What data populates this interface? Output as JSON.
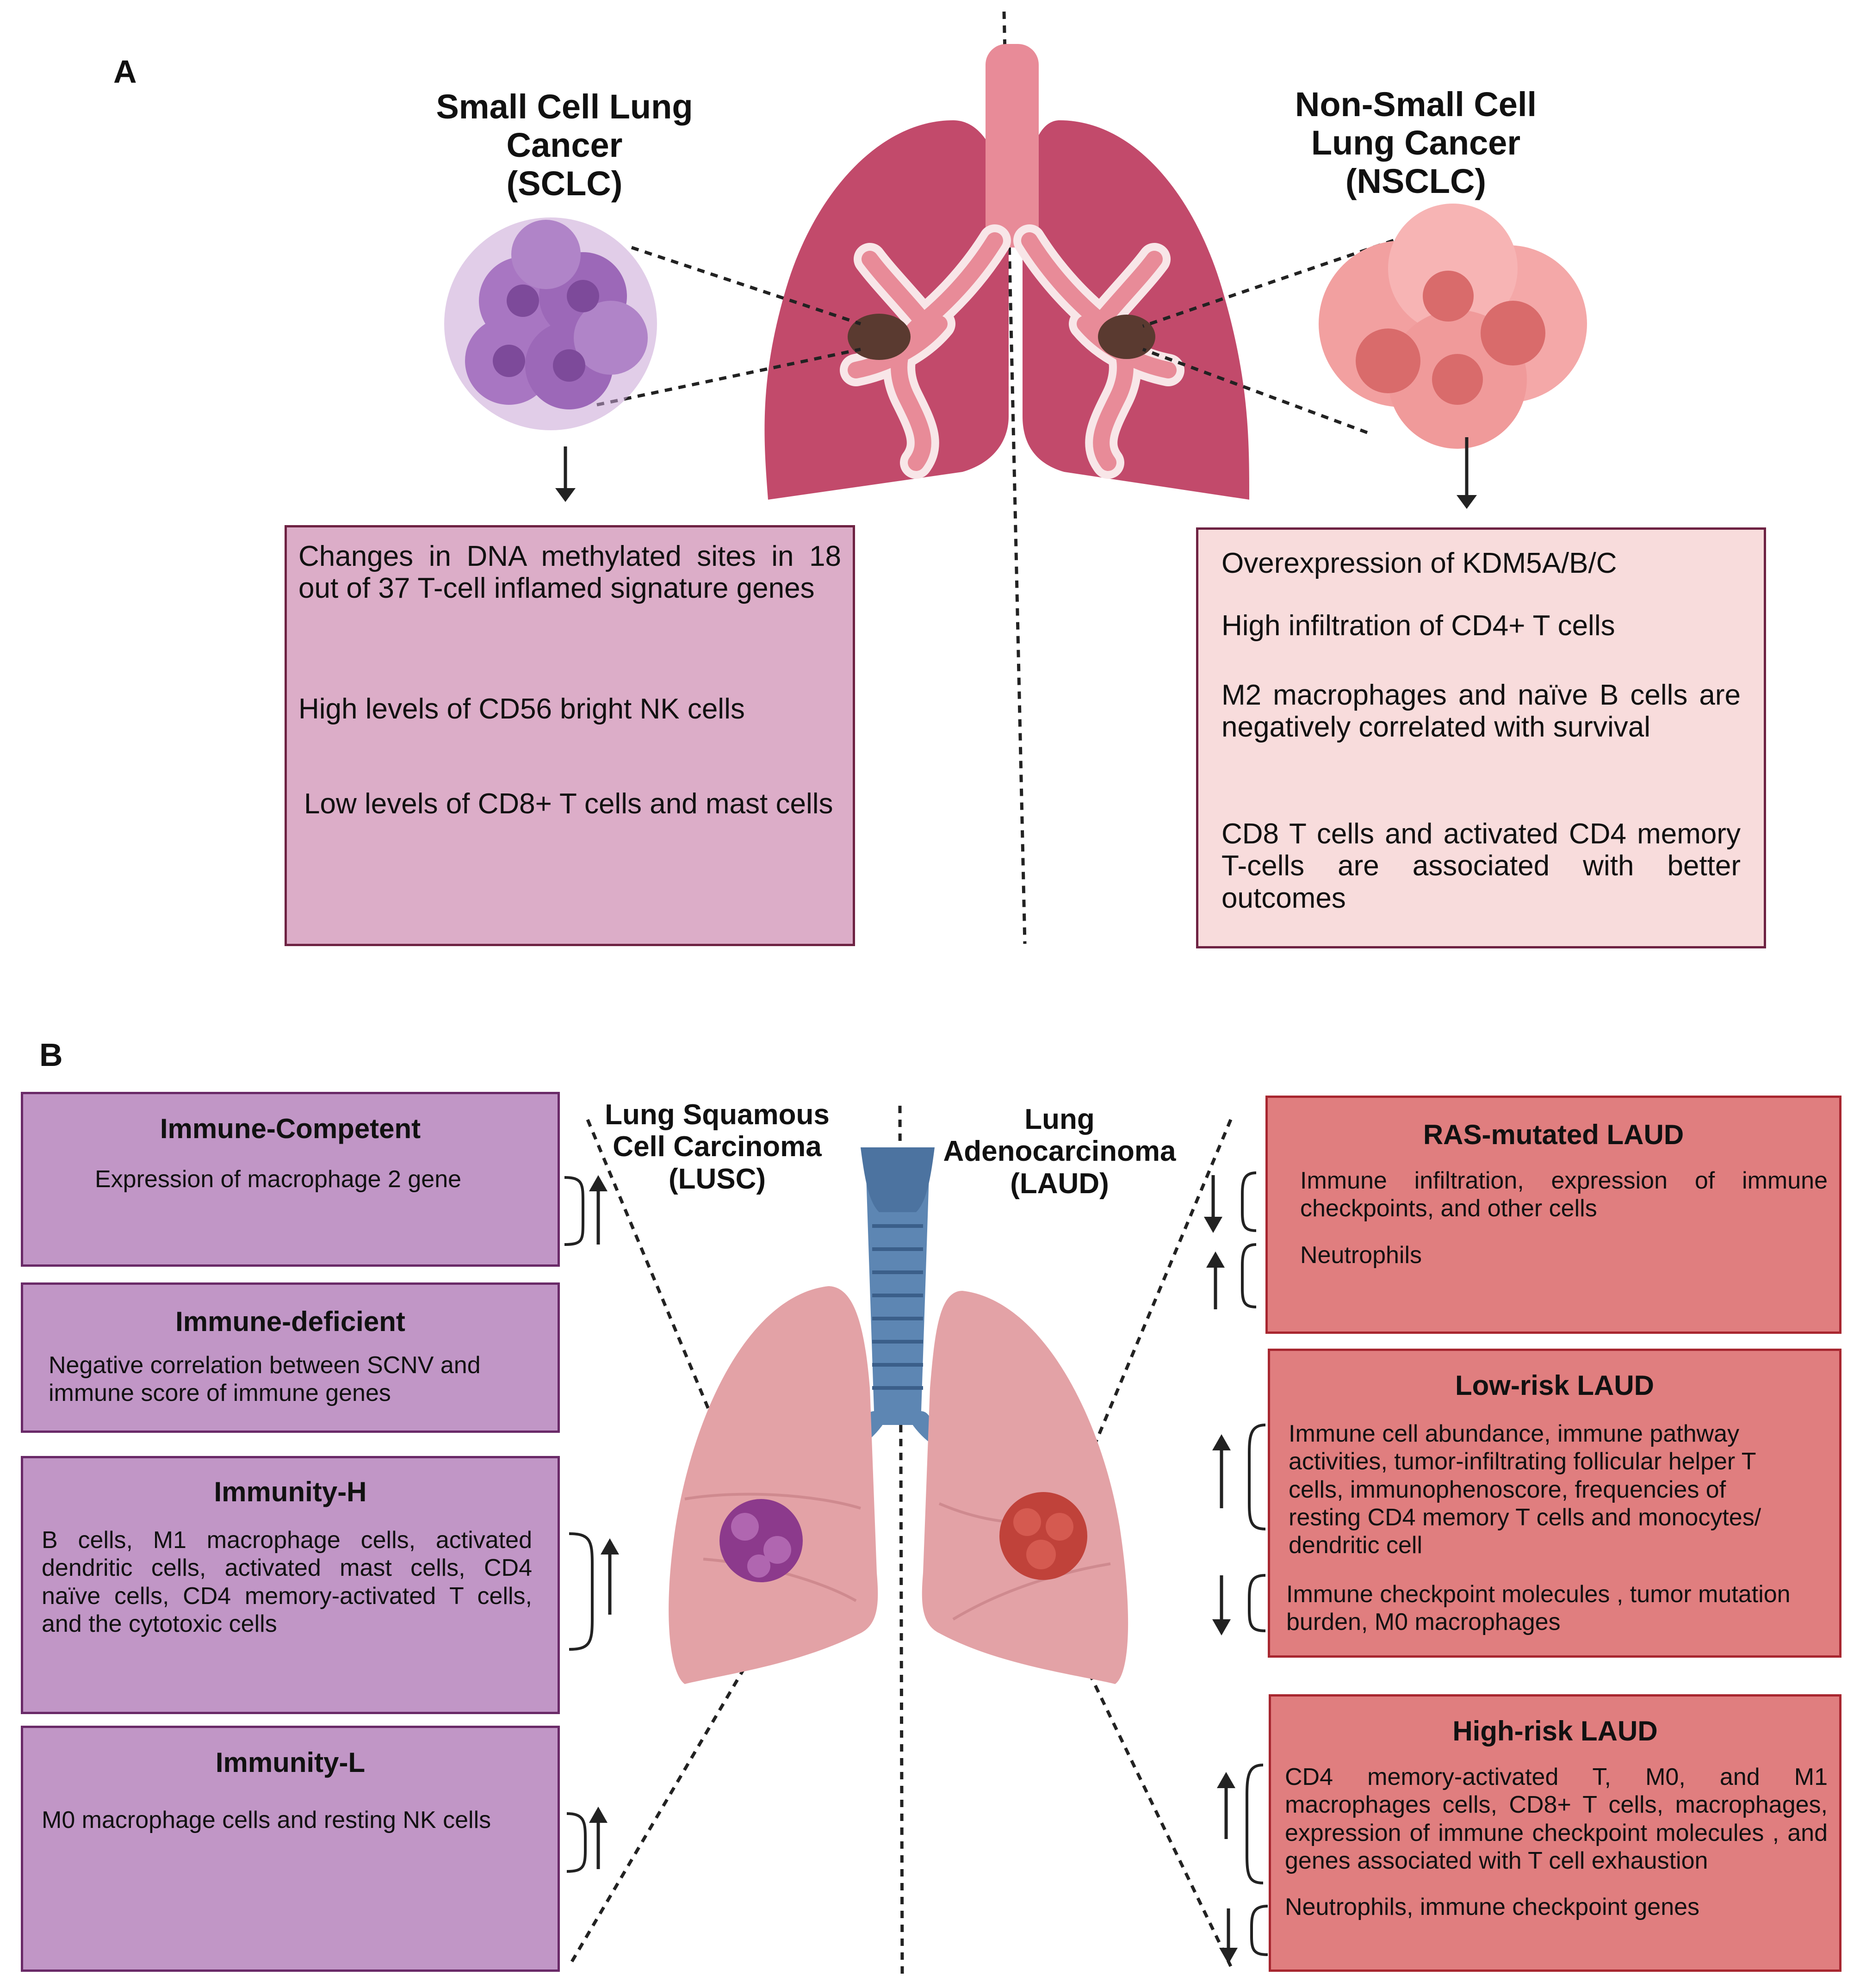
{
  "panel_a": {
    "letter": "A",
    "sclc_title": [
      "Small Cell Lung",
      "Cancer",
      "(SCLC)"
    ],
    "nsclc_title": [
      "Non-Small Cell",
      "Lung Cancer",
      "(NSCLC)"
    ],
    "sclc_items": [
      "Changes in DNA methylated sites in 18 out of 37 T-cell inflamed signature genes",
      "High levels of CD56 bright NK cells",
      "Low levels of CD8+ T cells and mast cells"
    ],
    "nsclc_items": [
      "Overexpression of KDM5A/B/C",
      "High infiltration of CD4+ T cells",
      "M2 macrophages and naïve B cells are negatively correlated with survival",
      "CD8 T cells and activated CD4 memory T-cells are associated with better outcomes"
    ],
    "colors": {
      "lung": "#c24a6b",
      "airway": "#e88b98",
      "sclc_box": "#dcadc8",
      "nsclc_box": "#f8dcdc",
      "tumor": "#5a3a30"
    }
  },
  "panel_b": {
    "letter": "B",
    "lusc_title": [
      "Lung Squamous",
      "Cell Carcinoma",
      "(LUSC)"
    ],
    "laud_title": [
      "Lung",
      "Adenocarcinoma",
      "(LAUD)"
    ],
    "lusc_boxes": [
      {
        "heading": "Immune-Competent",
        "text": "Expression of macrophage 2 gene",
        "arrow": "up"
      },
      {
        "heading": "Immune-deficient",
        "text": "Negative correlation between SCNV and immune score of immune genes"
      },
      {
        "heading": "Immunity-H",
        "text": "B cells, M1 macrophage cells, activated dendritic cells, activated mast cells, CD4 naïve cells, CD4 memory-activated T cells, and the cytotoxic cells",
        "arrow": "up"
      },
      {
        "heading": "Immunity-L",
        "text": "M0 macrophage cells and resting NK cells",
        "arrow": "up"
      }
    ],
    "laud_boxes": [
      {
        "heading": "RAS-mutated LAUD",
        "items": [
          {
            "text": "Immune infiltration, expression of immune checkpoints, and other cells",
            "arrow": "down"
          },
          {
            "text": "Neutrophils",
            "arrow": "up"
          }
        ]
      },
      {
        "heading": "Low-risk LAUD",
        "items": [
          {
            "text": "Immune cell abundance, immune pathway activities, tumor-infiltrating follicular helper T cells, immunophenoscore, frequencies of resting CD4 memory T cells and monocytes/ dendritic cell",
            "arrow": "up"
          },
          {
            "text": "Immune checkpoint molecules , tumor mutation burden, M0 macrophages",
            "arrow": "down"
          }
        ]
      },
      {
        "heading": "High-risk LAUD",
        "items": [
          {
            "text": "CD4 memory-activated T, M0, and M1 macrophages cells, CD8+ T cells, macrophages, expression of immune checkpoint molecules , and genes associated with T cell exhaustion",
            "arrow": "up"
          },
          {
            "text": "Neutrophils, immune checkpoint genes",
            "arrow": "down"
          }
        ]
      }
    ],
    "colors": {
      "lusc_box": "#c196c6",
      "laud_box": "#e07e7f",
      "lung": "#e3a2a6",
      "trachea": "#5d86b3",
      "lusc_tumor": "#8c3a8c",
      "laud_tumor": "#c0423a"
    }
  }
}
